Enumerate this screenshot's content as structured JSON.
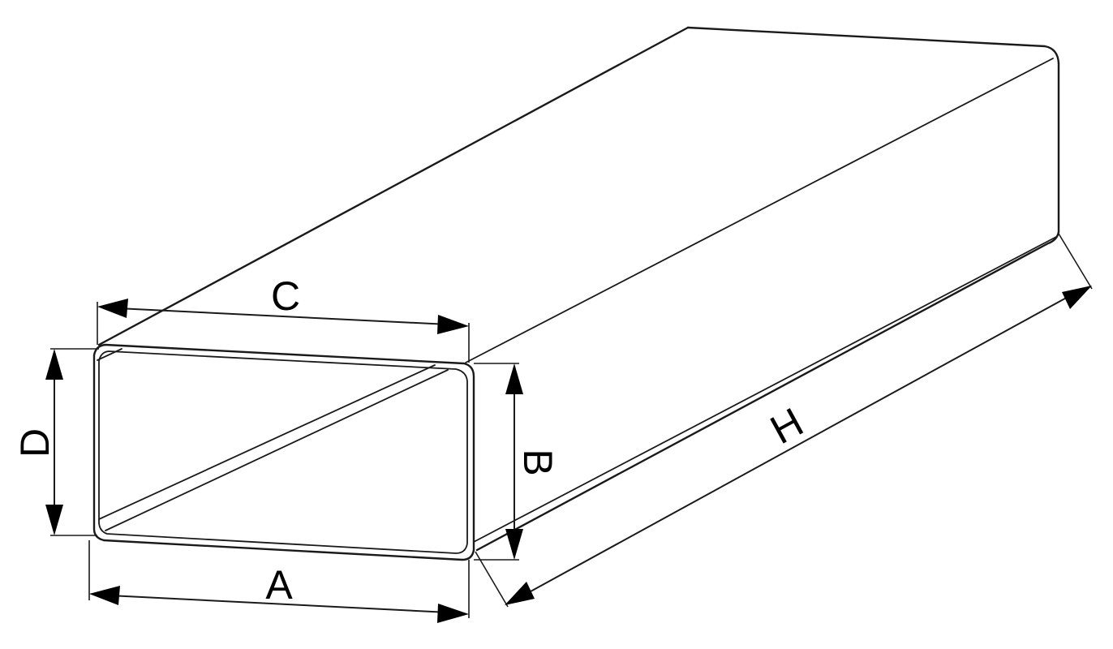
{
  "labels": {
    "A": "A",
    "B": "B",
    "C": "C",
    "D": "D",
    "H": "H"
  },
  "colors": {
    "stroke": "#1a1a1a",
    "arrow": "#000000",
    "background": "#ffffff"
  }
}
